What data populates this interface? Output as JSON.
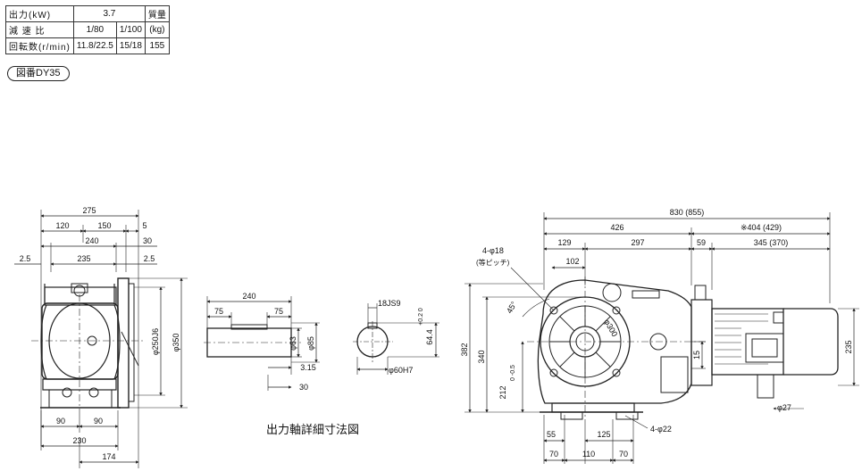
{
  "spec_table": {
    "row_output": {
      "label": "出力(kW)",
      "value": "3.7",
      "mass_label": "質量"
    },
    "row_ratio": {
      "label": "減 速 比",
      "r1": "1/80",
      "r2": "1/100",
      "mass_unit": "(kg)"
    },
    "row_speed": {
      "label": "回転数(r/min)",
      "s1": "11.8/22.5",
      "s2": "15/18",
      "mass": "155"
    }
  },
  "drawing_number": "図番DY35",
  "caption": "出力軸詳細寸法図",
  "dims": {
    "side_view": {
      "w275": "275",
      "w120": "120",
      "w150": "150",
      "w5": "5",
      "w240": "240",
      "w30": "30",
      "w2_5_left": "2.5",
      "w235": "235",
      "w2_5_right": "2.5",
      "d250j6": "φ250J6",
      "d350": "φ350",
      "b90_left": "90",
      "b90_right": "90",
      "b230": "230",
      "b174": "174"
    },
    "shaft_detail": {
      "l240": "240",
      "l75_left": "75",
      "l75_right": "75",
      "d63": "φ63",
      "d85": "φ85",
      "c3_15": "3.15",
      "l30": "30"
    },
    "shaft_section": {
      "key": "18JS9",
      "depth": "64.4",
      "tol": "+0.2 0",
      "bore": "φ60H7"
    },
    "front_view": {
      "w830": "830 (855)",
      "w426": "426",
      "w404": "※404 (429)",
      "w129": "129",
      "w297": "297",
      "w59": "59",
      "w345": "345 (370)",
      "w102": "102",
      "holes4_18": "4-φ18",
      "equal_pitch": "(等ピッチ)",
      "angle45": "45°",
      "pcd300": "φ300",
      "h382": "382",
      "h340": "340",
      "h212": "212",
      "h212_tol": "0 -0.5",
      "h15": "15",
      "h235": "235",
      "d27": "φ27",
      "holes4_22": "4-φ22",
      "b55": "55",
      "b125": "125",
      "b70_left": "70",
      "b110": "110",
      "b70_right": "70"
    }
  }
}
